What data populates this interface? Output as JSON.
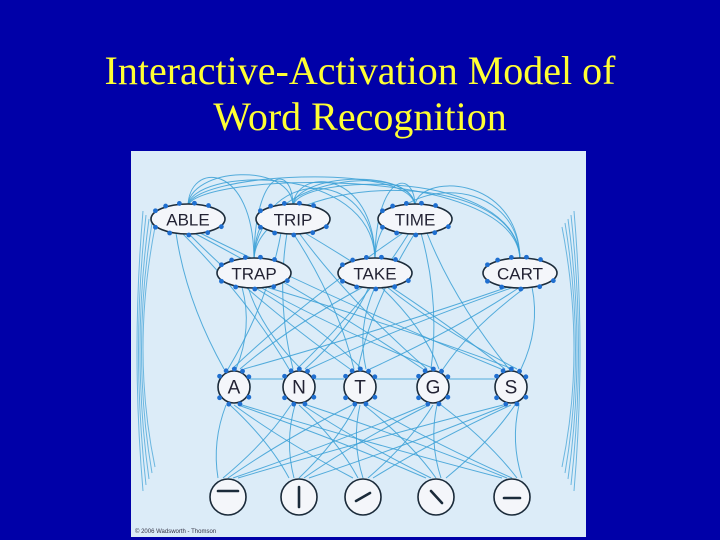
{
  "slide": {
    "title_line1": "Interactive-Activation Model of",
    "title_line2": "Word Recognition",
    "credit": "© 2006 Wadsworth - Thomson"
  },
  "colors": {
    "background": "#0000a8",
    "title": "#ffff33",
    "panel": "#dcecf8",
    "connection": "#3aa0d6",
    "node_fill": "#f4f6fa",
    "node_stroke": "#1b2b3a",
    "dot": "#1f6fd0"
  },
  "diagram": {
    "word_nodes": [
      {
        "id": "able",
        "label": "ABLE"
      },
      {
        "id": "trip",
        "label": "TRIP"
      },
      {
        "id": "time",
        "label": "TIME"
      },
      {
        "id": "trap",
        "label": "TRAP"
      },
      {
        "id": "take",
        "label": "TAKE"
      },
      {
        "id": "cart",
        "label": "CART"
      }
    ],
    "letter_nodes": [
      {
        "id": "a",
        "label": "A"
      },
      {
        "id": "n",
        "label": "N"
      },
      {
        "id": "t",
        "label": "T"
      },
      {
        "id": "g",
        "label": "G"
      },
      {
        "id": "s",
        "label": "S"
      }
    ],
    "feature_nodes": [
      {
        "id": "horizontal-top",
        "icon": "horizontal-stroke-high"
      },
      {
        "id": "vertical",
        "icon": "vertical-stroke"
      },
      {
        "id": "diagonal-up",
        "icon": "diagonal-stroke-up"
      },
      {
        "id": "diagonal-down",
        "icon": "diagonal-stroke-down"
      },
      {
        "id": "horizontal-mid",
        "icon": "horizontal-stroke-mid"
      }
    ]
  }
}
